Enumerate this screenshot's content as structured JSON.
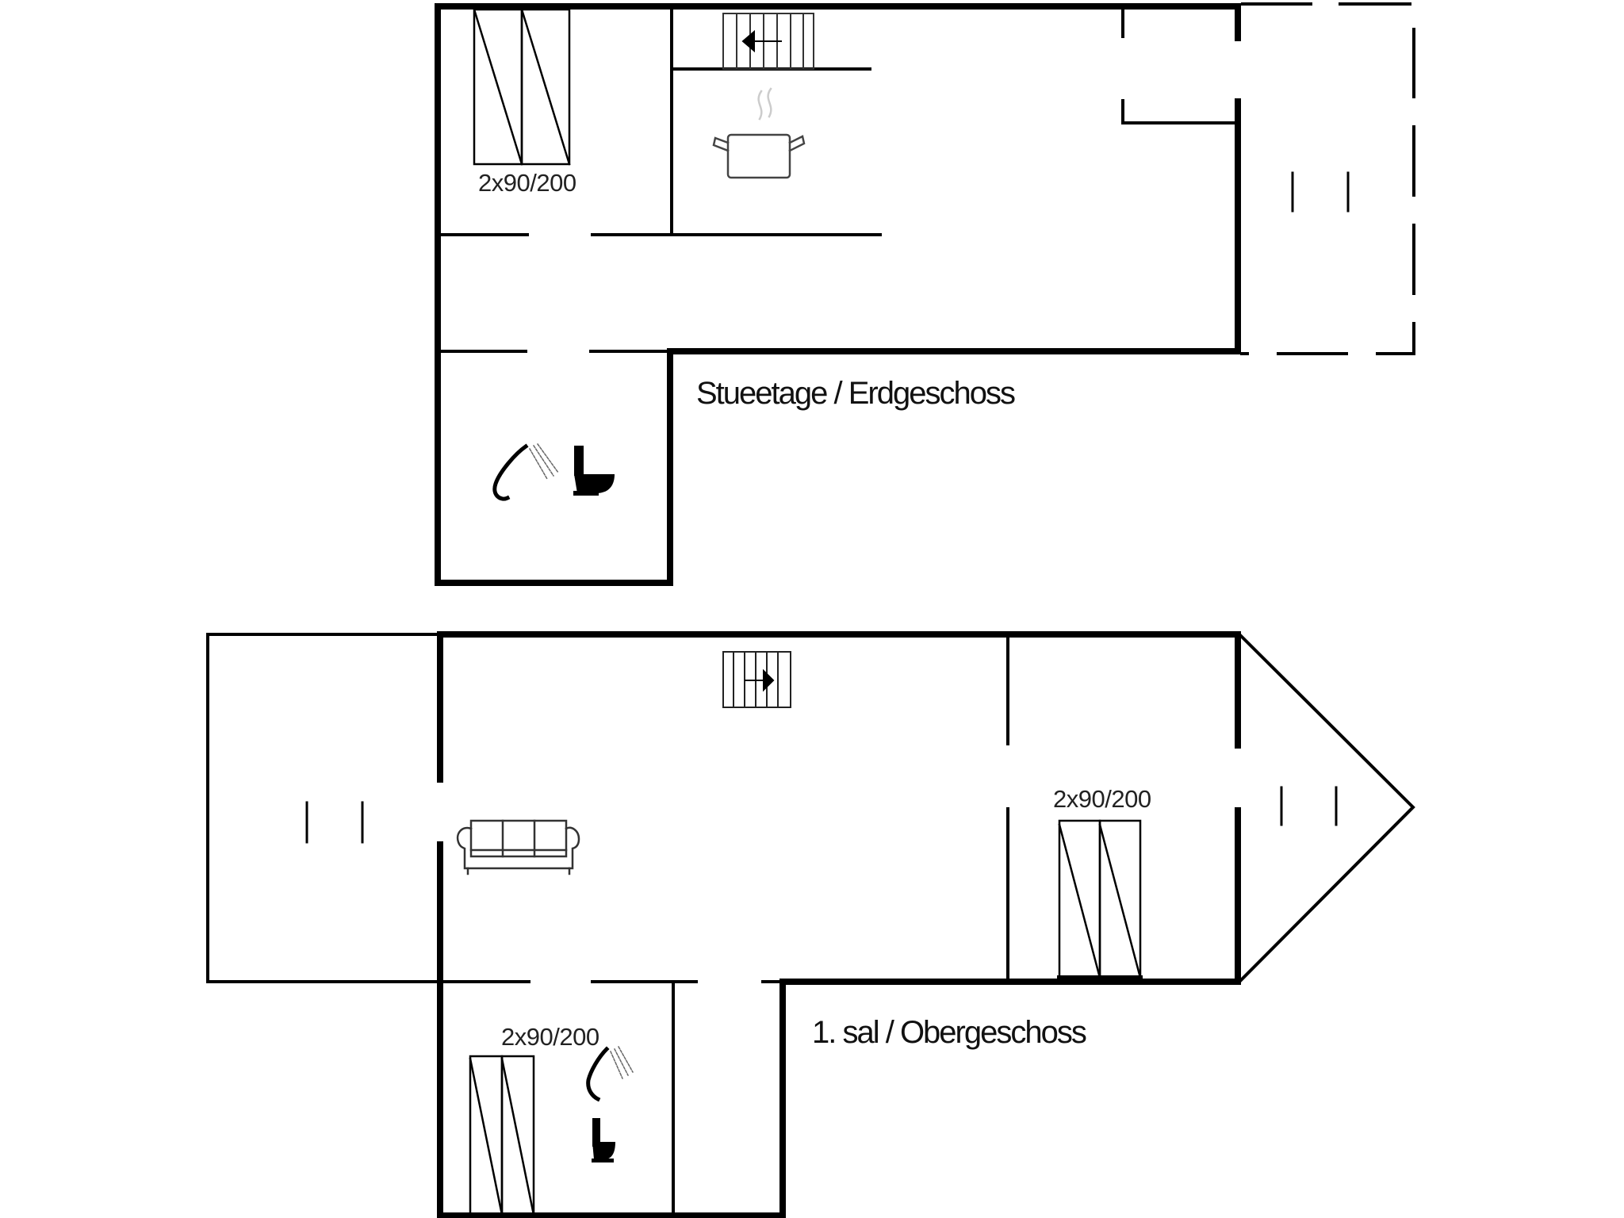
{
  "floors": [
    {
      "id": "ground",
      "title": "Stueetage / Erdgeschoss",
      "rooms": [
        {
          "type": "bedroom",
          "bed_label": "2x90/200"
        },
        {
          "type": "kitchen",
          "icon": "cooking-pot-icon"
        },
        {
          "type": "bathroom",
          "icons": [
            "shower-icon",
            "toilet-icon"
          ]
        },
        {
          "type": "staircase",
          "direction": "left"
        },
        {
          "type": "terrace",
          "outline": "dashed",
          "icon": "door-marker-icon"
        }
      ]
    },
    {
      "id": "first",
      "title": "1. sal / Obergeschoss",
      "rooms": [
        {
          "type": "living-room",
          "icon": "sofa-icon"
        },
        {
          "type": "bedroom-right",
          "bed_label": "2x90/200"
        },
        {
          "type": "bedroom-bottom",
          "bed_label": "2x90/200"
        },
        {
          "type": "bathroom",
          "icons": [
            "shower-icon",
            "toilet-icon"
          ]
        },
        {
          "type": "staircase",
          "direction": "right"
        },
        {
          "type": "balcony-left",
          "icon": "door-marker-icon"
        },
        {
          "type": "balcony-right",
          "icon": "door-marker-icon"
        }
      ]
    }
  ],
  "colors": {
    "wall": "#000000",
    "background": "#ffffff",
    "steam": "#c8c8c8"
  }
}
